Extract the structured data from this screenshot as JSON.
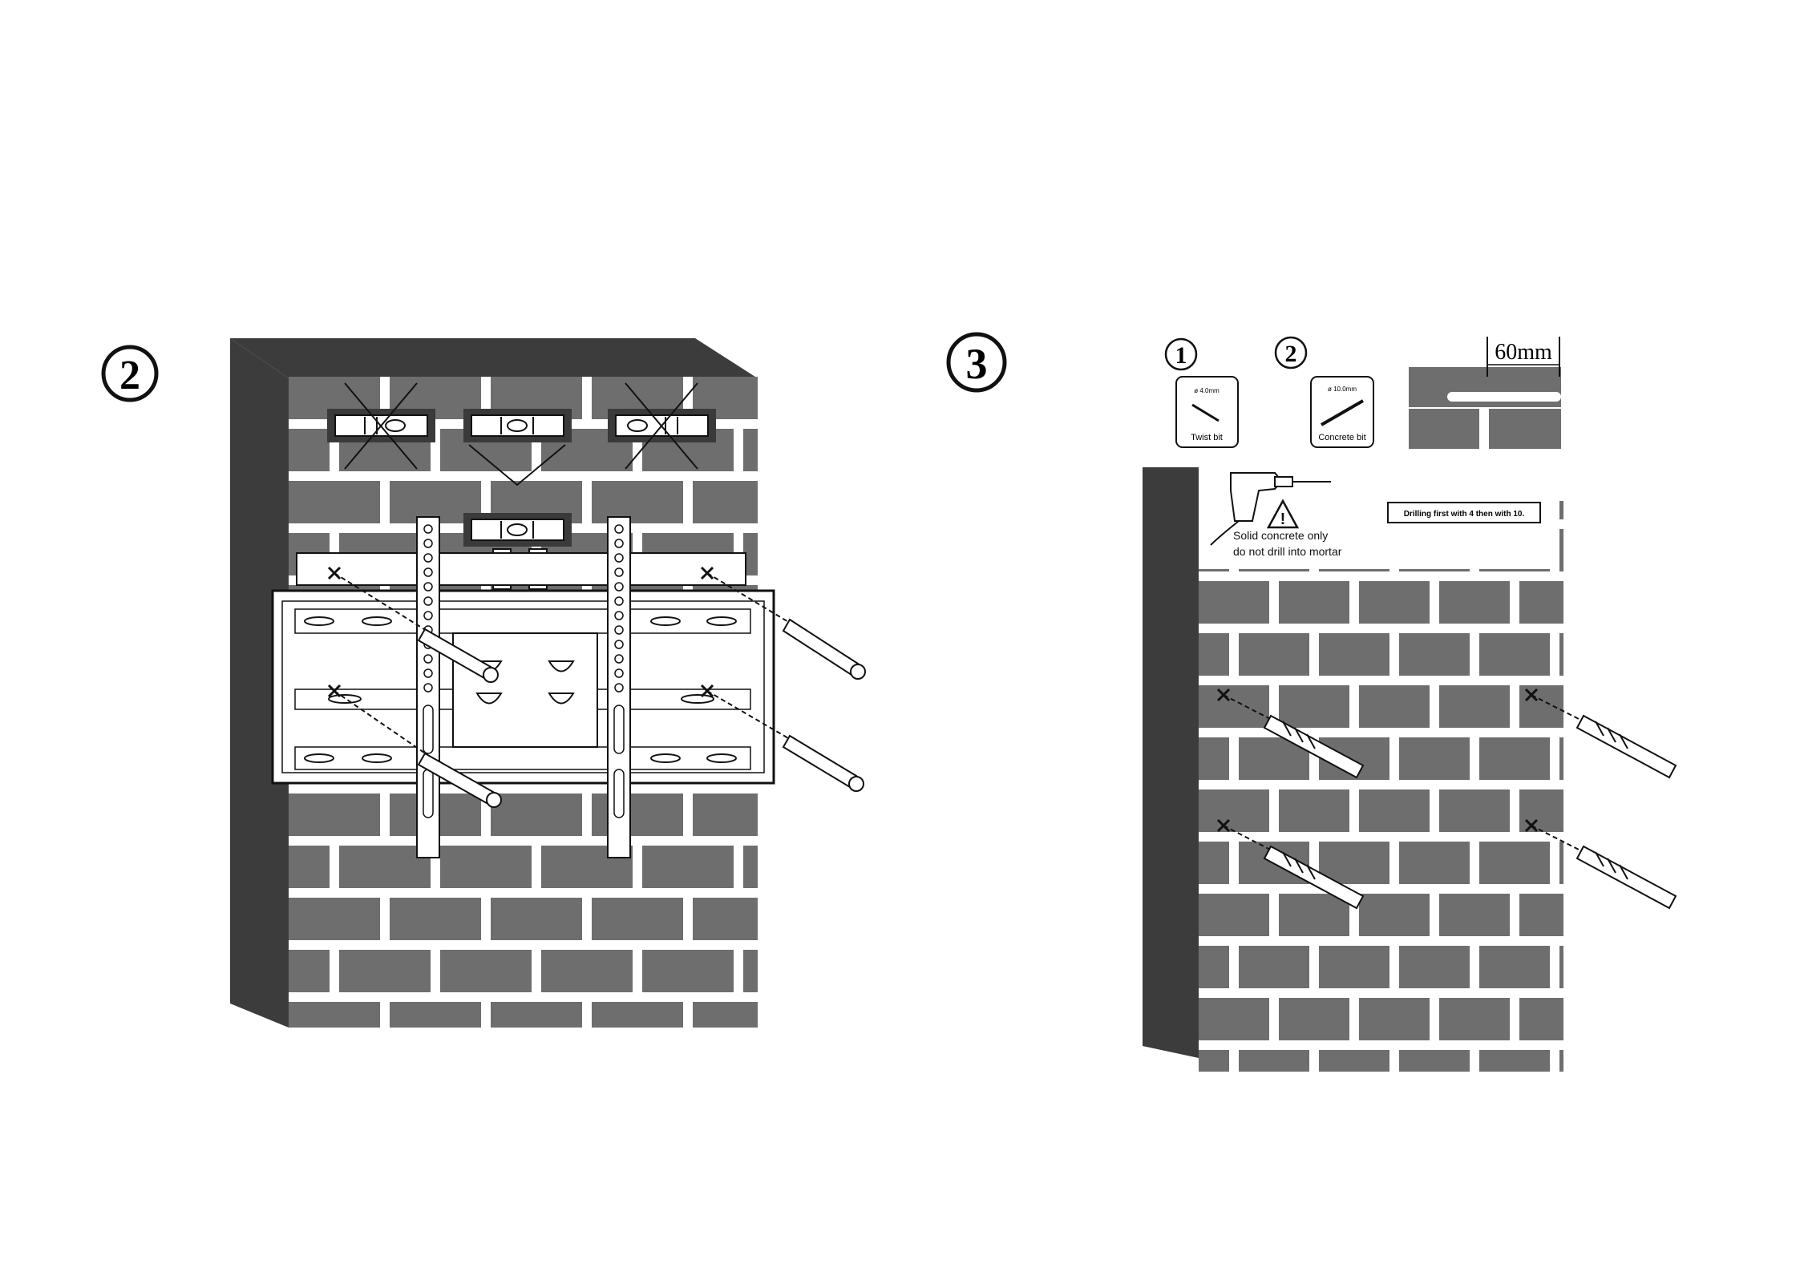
{
  "colors": {
    "brick": "#6e6e6e",
    "mortar": "#ffffff",
    "wall_side": "#3c3c3c",
    "outline": "#111111",
    "background": "#ffffff"
  },
  "step2": {
    "number": "2",
    "icons": [
      "spirit-level-icon",
      "wall-bracket-icon",
      "pencil-icon"
    ]
  },
  "step3": {
    "number": "3",
    "bits": [
      {
        "index": "1",
        "size": "ø 4.0mm",
        "name": "Twist bit"
      },
      {
        "index": "2",
        "size": "ø 10.0mm",
        "name": "Concrete bit"
      }
    ],
    "depth": "60mm",
    "warning_line1": "Solid concrete only",
    "warning_line2": "do not drill into mortar",
    "instruction": "Drilling first with 4 then with 10.",
    "icons": [
      "drill-icon",
      "warning-icon",
      "drill-bit-icon",
      "mark-x-icon"
    ]
  }
}
